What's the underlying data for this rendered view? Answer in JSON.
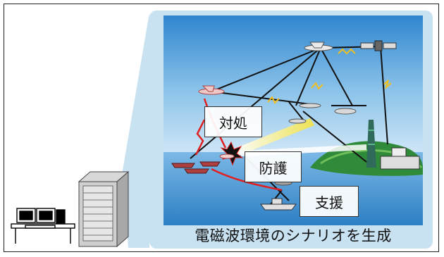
{
  "diagram": {
    "labels": {
      "respond": "対処",
      "protect": "防護",
      "support": "支援"
    },
    "caption": "電磁波環境のシナリオを生成"
  },
  "colors": {
    "panel_bg": "#c8e2f2",
    "sky_top": "#4d9fd8",
    "sea": "#3a8fd0",
    "island": "#2f8a3a",
    "jamming_yellow": "#f0e24a",
    "threat_red": "#e02020"
  },
  "icons": [
    "computer-workstation-icon",
    "server-rack-icon",
    "aircraft-icon",
    "satellite-icon",
    "ship-icon",
    "tower-icon",
    "explosion-icon"
  ]
}
